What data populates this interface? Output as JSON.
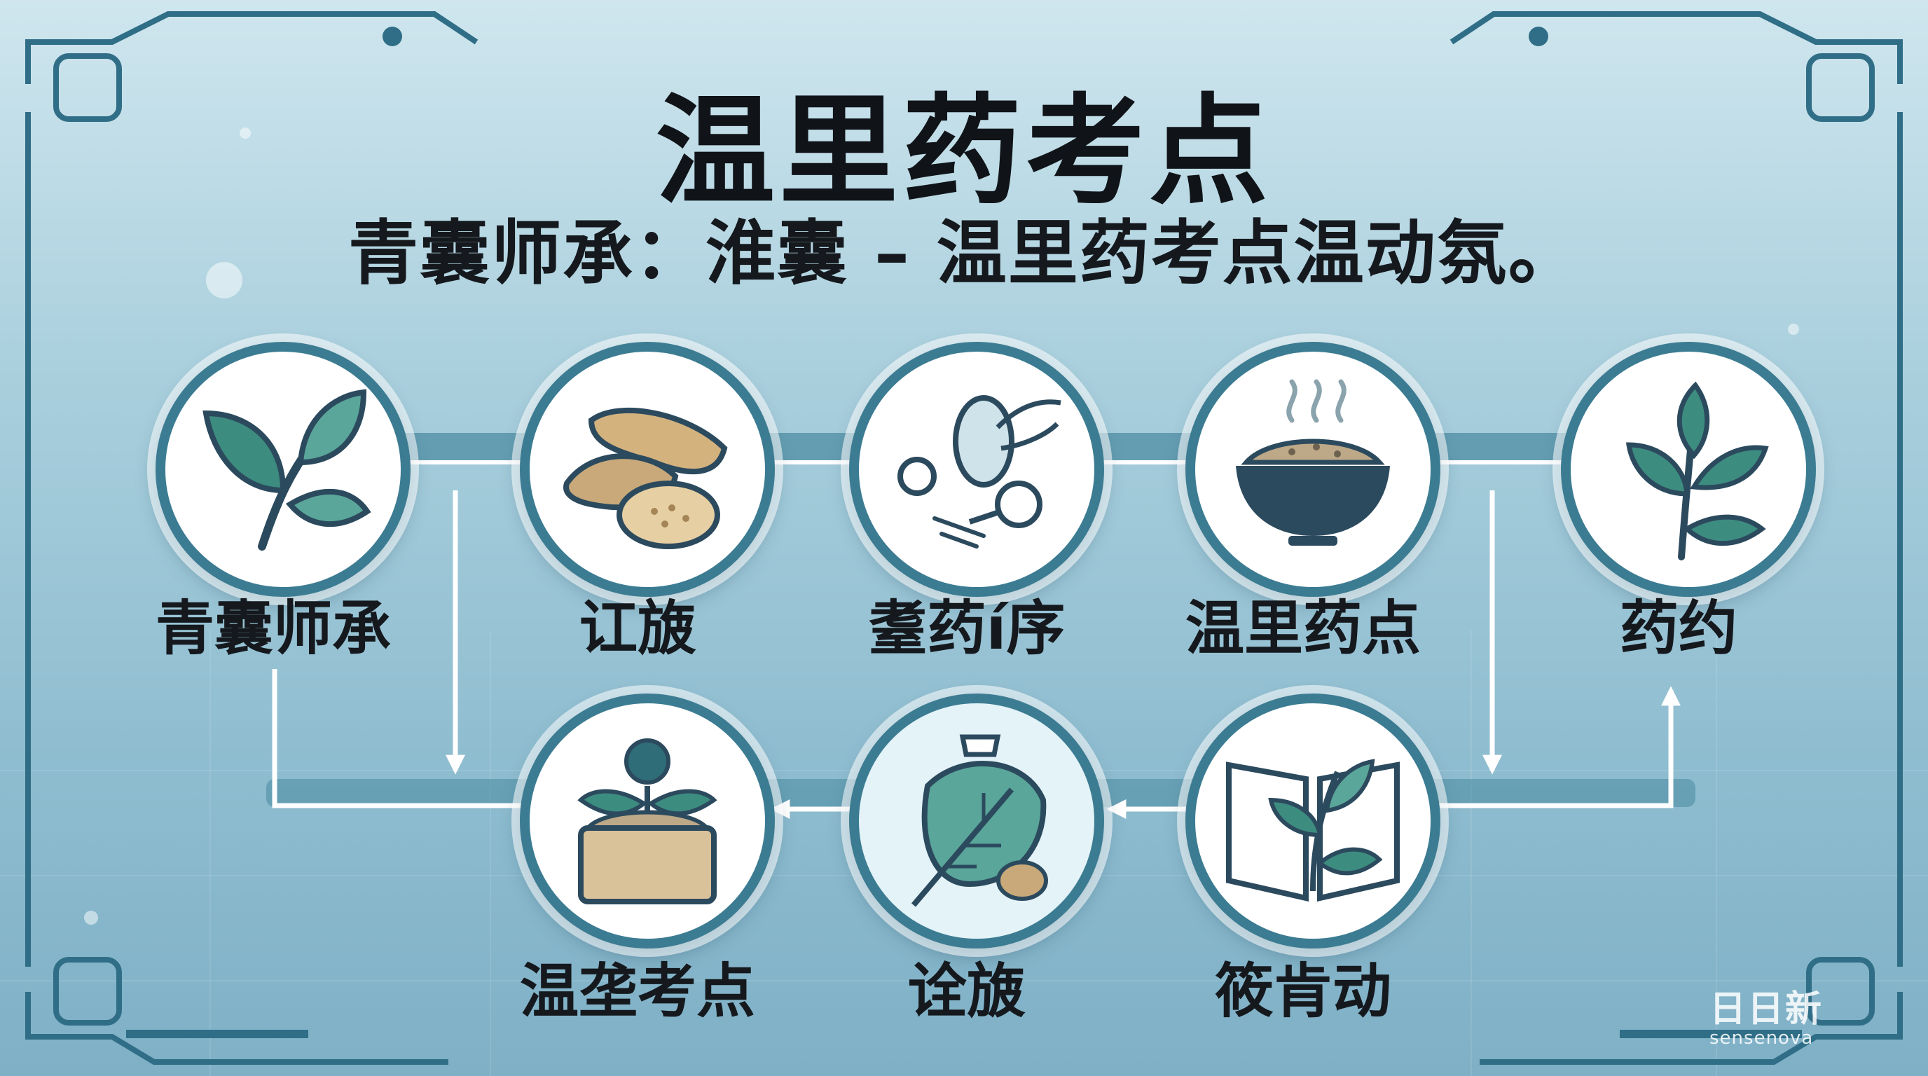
{
  "title": "温里药考点",
  "subtitle": "青囊师承：淮囊 – 温里药考点温动氛。",
  "nodes": [
    {
      "label": "青囊师承",
      "icon": "leaf-branch-icon"
    },
    {
      "label": "讧旇",
      "icon": "sliced-root-icon"
    },
    {
      "label": "耋药í序",
      "icon": "herb-preparation-icon"
    },
    {
      "label": "温里药点",
      "icon": "steaming-bowl-icon"
    },
    {
      "label": "药约",
      "icon": "herb-sprig-icon"
    },
    {
      "label": "筱肯动",
      "icon": "open-book-herb-icon"
    },
    {
      "label": "诠旇",
      "icon": "leaf-vial-icon"
    },
    {
      "label": "温垄考点",
      "icon": "herb-planter-icon"
    }
  ],
  "watermark": {
    "main": "日日新",
    "sub": "sensenova"
  },
  "colors": {
    "ring": "#3c7c92",
    "teal": "#3d8c80",
    "navy": "#2c4a5e",
    "tan": "#c9a97a",
    "connector": "#ffffff"
  }
}
